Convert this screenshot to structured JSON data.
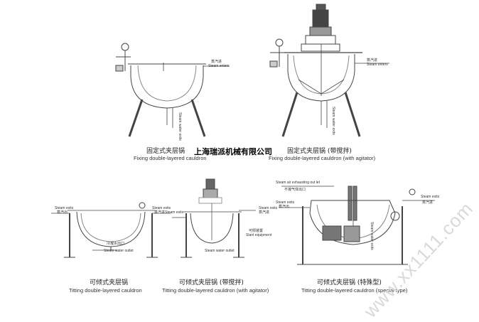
{
  "company_name": "上海瑞派机械有限公司",
  "watermark": "www.xx1111.com",
  "diagrams": [
    {
      "caption_cn": "固定式夹层锅",
      "caption_en": "Fixing double-layered cauldron"
    },
    {
      "caption_cn": "固定式夹层锅 (带搅拌)",
      "caption_en": "Fixing double-layered cauldron (with agitator)"
    },
    {
      "caption_cn": "可倾式夹层锅",
      "caption_en": "Titting double-layered cauldron"
    },
    {
      "caption_cn": "可倾式夹层锅 (带搅拌)",
      "caption_en": "Titting double-layered cauldron (with agitator)"
    },
    {
      "caption_cn": "可倾式夹层锅 (特殊型)",
      "caption_en": "Titting double-layered cauldron (special type)"
    }
  ],
  "labels": {
    "steam_enters_cn": "蒸汽进",
    "steam_enters_en": "Steam enters",
    "steam_water_exits": "Steam water exits",
    "steam_water_outlet_cn": "冷凝水出口",
    "steam_water_outlet_en": "Steam water outlet",
    "steam_exits_en": "Steam exits",
    "steam_exits_cn": "蒸汽出",
    "steam_in_cn": "蒸汽进",
    "slant_equipment_cn": "可倾装置",
    "slant_equipment_en": "Slant equipment",
    "steam_air_exhaust_en": "Steam air exhausting out let",
    "steam_air_exhaust_cn": "不凝气体出口",
    "steam_water_exits_cn": "冷凝水出口"
  }
}
